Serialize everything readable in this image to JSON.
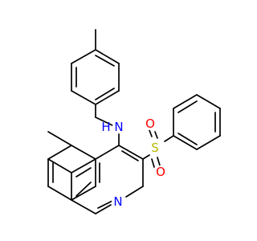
{
  "colors": {
    "background": "#ffffff",
    "bond": "#000000",
    "nitrogen": "#0000ff",
    "sulfur": "#b8b800",
    "oxygen": "#ff0000"
  },
  "atoms": {
    "amine_n": "N",
    "amine_h": "H",
    "quinoline_n": "N",
    "sulfur": "S",
    "oxygen_upper": "O",
    "oxygen_lower": "O"
  }
}
